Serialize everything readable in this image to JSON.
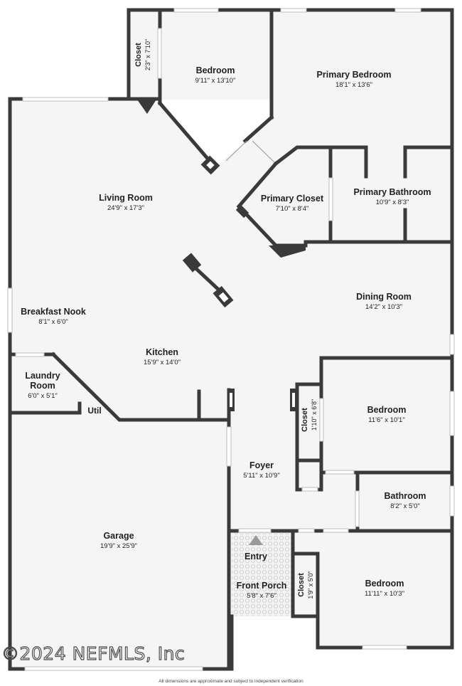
{
  "rooms": {
    "bedroom_top": {
      "name": "Bedroom",
      "dims": "9'11\" x 13'10\""
    },
    "closet_top": {
      "name": "Closet",
      "dims": "2'3\" x 7'10\""
    },
    "primary_bedroom": {
      "name": "Primary Bedroom",
      "dims": "18'1\" x 13'6\""
    },
    "living_room": {
      "name": "Living Room",
      "dims": "24'9\" x 17'3\""
    },
    "primary_closet": {
      "name": "Primary Closet",
      "dims": "7'10\" x 8'4\""
    },
    "primary_bathroom": {
      "name": "Primary Bathroom",
      "dims": "10'9\" x 8'3\""
    },
    "breakfast_nook": {
      "name": "Breakfast Nook",
      "dims": "8'1\" x 6'0\""
    },
    "dining_room": {
      "name": "Dining Room",
      "dims": "14'2\" x 10'3\""
    },
    "kitchen": {
      "name": "Kitchen",
      "dims": "15'9\" x 14'0\""
    },
    "laundry_room": {
      "name_line1": "Laundry",
      "name_line2": "Room",
      "dims": "6'0\" x 5'1\""
    },
    "util": {
      "name": "Util"
    },
    "closet_mid": {
      "name": "Closet",
      "dims": "1'10\" x 6'8\""
    },
    "bedroom_mid": {
      "name": "Bedroom",
      "dims": "11'6\" x 10'1\""
    },
    "foyer": {
      "name": "Foyer",
      "dims": "5'11\" x 10'9\""
    },
    "bathroom": {
      "name": "Bathroom",
      "dims": "8'2\" x 5'0\""
    },
    "garage": {
      "name": "Garage",
      "dims": "19'9\" x 25'9\""
    },
    "entry": {
      "name": "Entry"
    },
    "front_porch": {
      "name": "Front Porch",
      "dims": "5'8\" x 7'6\""
    },
    "closet_bottom": {
      "name": "Closet",
      "dims": "1'9\" x 5'0\""
    },
    "bedroom_bottom": {
      "name": "Bedroom",
      "dims": "11'11\" x 10'3\""
    }
  },
  "watermark": "©2024 NEFMLS, Inc",
  "footer_note": "All dimensions are approximate and subject to independent verification",
  "colors": {
    "wall": "#3a3a3a",
    "floor": "#f5f5f5",
    "window": "#cfcfcf"
  }
}
